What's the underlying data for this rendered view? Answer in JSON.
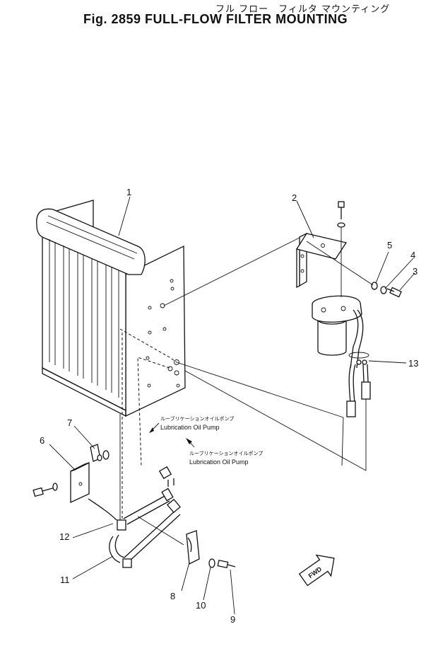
{
  "title": {
    "japanese": "フル フロー　フィルタ マウンティング",
    "english": "Fig. 2859 FULL-FLOW FILTER MOUNTING"
  },
  "callouts": [
    "1",
    "2",
    "3",
    "4",
    "5",
    "6",
    "7",
    "8",
    "9",
    "10",
    "11",
    "12",
    "13"
  ],
  "labels": {
    "pump_jp_1": "ルーブリケーションオイルポンプ",
    "pump_en_1": "Lubrication Oil Pump",
    "pump_jp_2": "ルーブリケーションオイルポンプ",
    "pump_en_2": "Lubrication Oil Pump",
    "fwd": "FWD"
  }
}
